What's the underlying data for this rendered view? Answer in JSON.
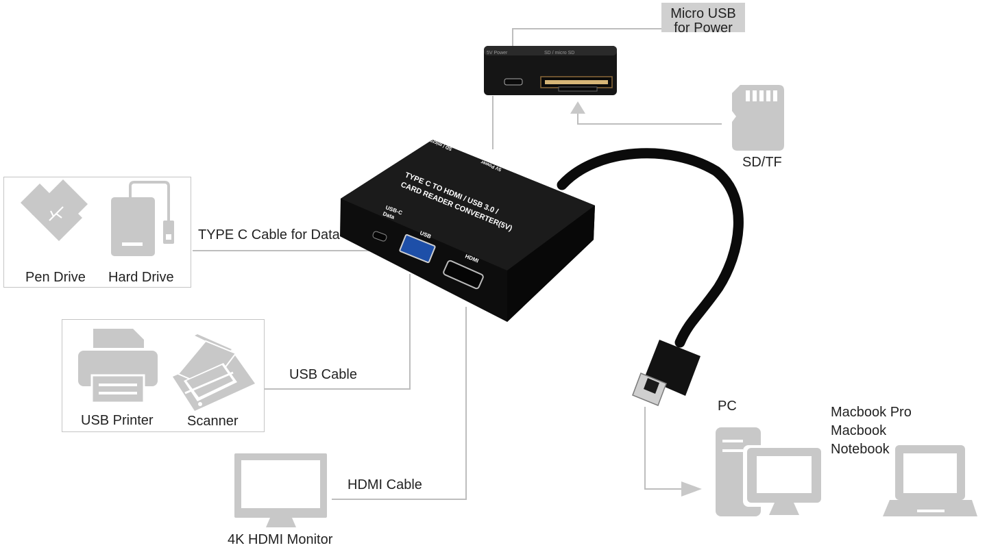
{
  "labels": {
    "micro_usb": "Micro USB\nfor Power",
    "micro_usb_line1": "Micro USB",
    "micro_usb_line2": "for Power",
    "sd_tf": "SD/TF",
    "type_c_cable": "TYPE C Cable for Data",
    "pen_drive": "Pen Drive",
    "hard_drive": "Hard Drive",
    "usb_cable": "USB Cable",
    "usb_printer": "USB Printer",
    "scanner": "Scanner",
    "hdmi_cable": "HDMI Cable",
    "monitor": "4K HDMI Monitor",
    "pc": "PC",
    "mac_line1": "Macbook Pro",
    "mac_line2": "Macbook",
    "mac_line3": "Notebook"
  },
  "device_print": {
    "line1": "TYPE C TO HDMI / USB 3.0 /",
    "line2": "CARD READER CONVERTER(5V)",
    "power": "5V Power",
    "sd": "SD / micro SD",
    "usbc_1": "USB-C",
    "usbc_2": "Data",
    "usb": "USB",
    "hdmi": "HDMI"
  },
  "inset_print": {
    "power": "5V Power",
    "sd": "SD / micro SD"
  },
  "colors": {
    "icon_gray": "#c8c8c8",
    "line_gray": "#bdbdbd",
    "device_black": "#111111",
    "tag_bg": "#d0d0d0"
  },
  "icons": [
    "usb-stick-icon",
    "hard-drive-icon",
    "printer-icon",
    "scanner-icon",
    "monitor-icon",
    "sd-card-icon",
    "pc-icon",
    "laptop-icon"
  ]
}
